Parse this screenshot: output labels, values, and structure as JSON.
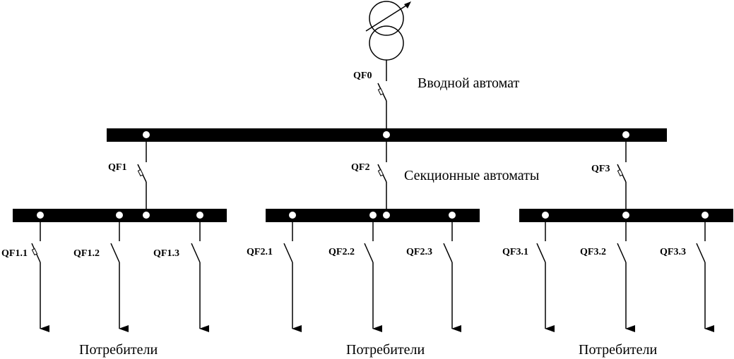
{
  "labels": {
    "intro_breaker": "Вводной автомат",
    "section_breakers": "Секционные автоматы",
    "consumers": "Потребители"
  },
  "breakers": {
    "main": "QF0",
    "sections": [
      "QF1",
      "QF2",
      "QF3"
    ],
    "feeders": [
      [
        "QF1.1",
        "QF1.2",
        "QF1.3"
      ],
      [
        "QF2.1",
        "QF2.2",
        "QF2.3"
      ],
      [
        "QF3.1",
        "QF3.2",
        "QF3.3"
      ]
    ]
  },
  "icons": {
    "transformer": "adjustable-transformer-icon",
    "switch": "circuit-breaker-icon",
    "load": "arrow-down-icon"
  },
  "colors": {
    "line": "#000000",
    "busbar": "#000000",
    "node": "#ffffff",
    "background": "#ffffff"
  }
}
